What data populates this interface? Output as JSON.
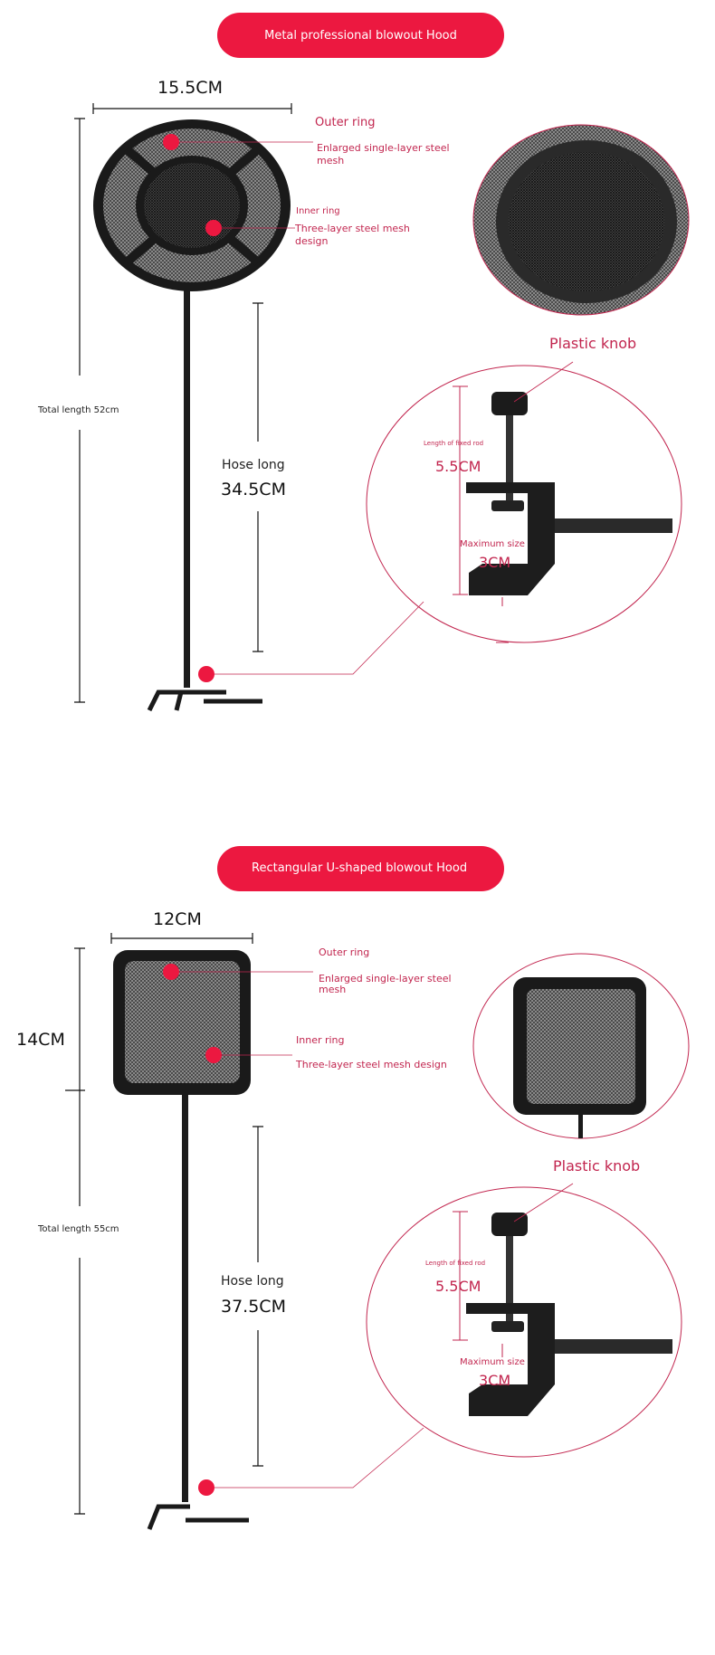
{
  "sections": [
    {
      "title": "Metal professional blowout Hood",
      "width_label": "15.5CM",
      "height_label": "",
      "outer_ring_label": "Outer ring",
      "outer_ring_desc": "Enlarged single-layer steel mesh",
      "inner_ring_label": "Inner ring",
      "inner_ring_desc": "Three-layer steel mesh design",
      "total_length": "Total length 52cm",
      "hose_label": "Hose long",
      "hose_length": "34.5CM",
      "knob_label": "Plastic knob",
      "rod_label": "Length of fixed rod",
      "rod_length": "5.5CM",
      "max_label": "Maximum size",
      "max_size": "3CM"
    },
    {
      "title": "Rectangular U-shaped blowout Hood",
      "width_label": "12CM",
      "height_label": "14CM",
      "outer_ring_label": "Outer ring",
      "outer_ring_desc": "Enlarged single-layer steel mesh",
      "inner_ring_label": "Inner ring",
      "inner_ring_desc": "Three-layer steel mesh design",
      "total_length": "Total length 55cm",
      "hose_label": "Hose long",
      "hose_length": "37.5CM",
      "knob_label": "Plastic knob",
      "rod_label": "Length of fixed rod",
      "rod_length": "5.5CM",
      "max_label": "Maximum size",
      "max_size": "3CM"
    }
  ],
  "colors": {
    "accent": "#ec1840",
    "label": "#c2264f",
    "mesh": "#8a8a8a",
    "frame": "#1a1a1a"
  }
}
